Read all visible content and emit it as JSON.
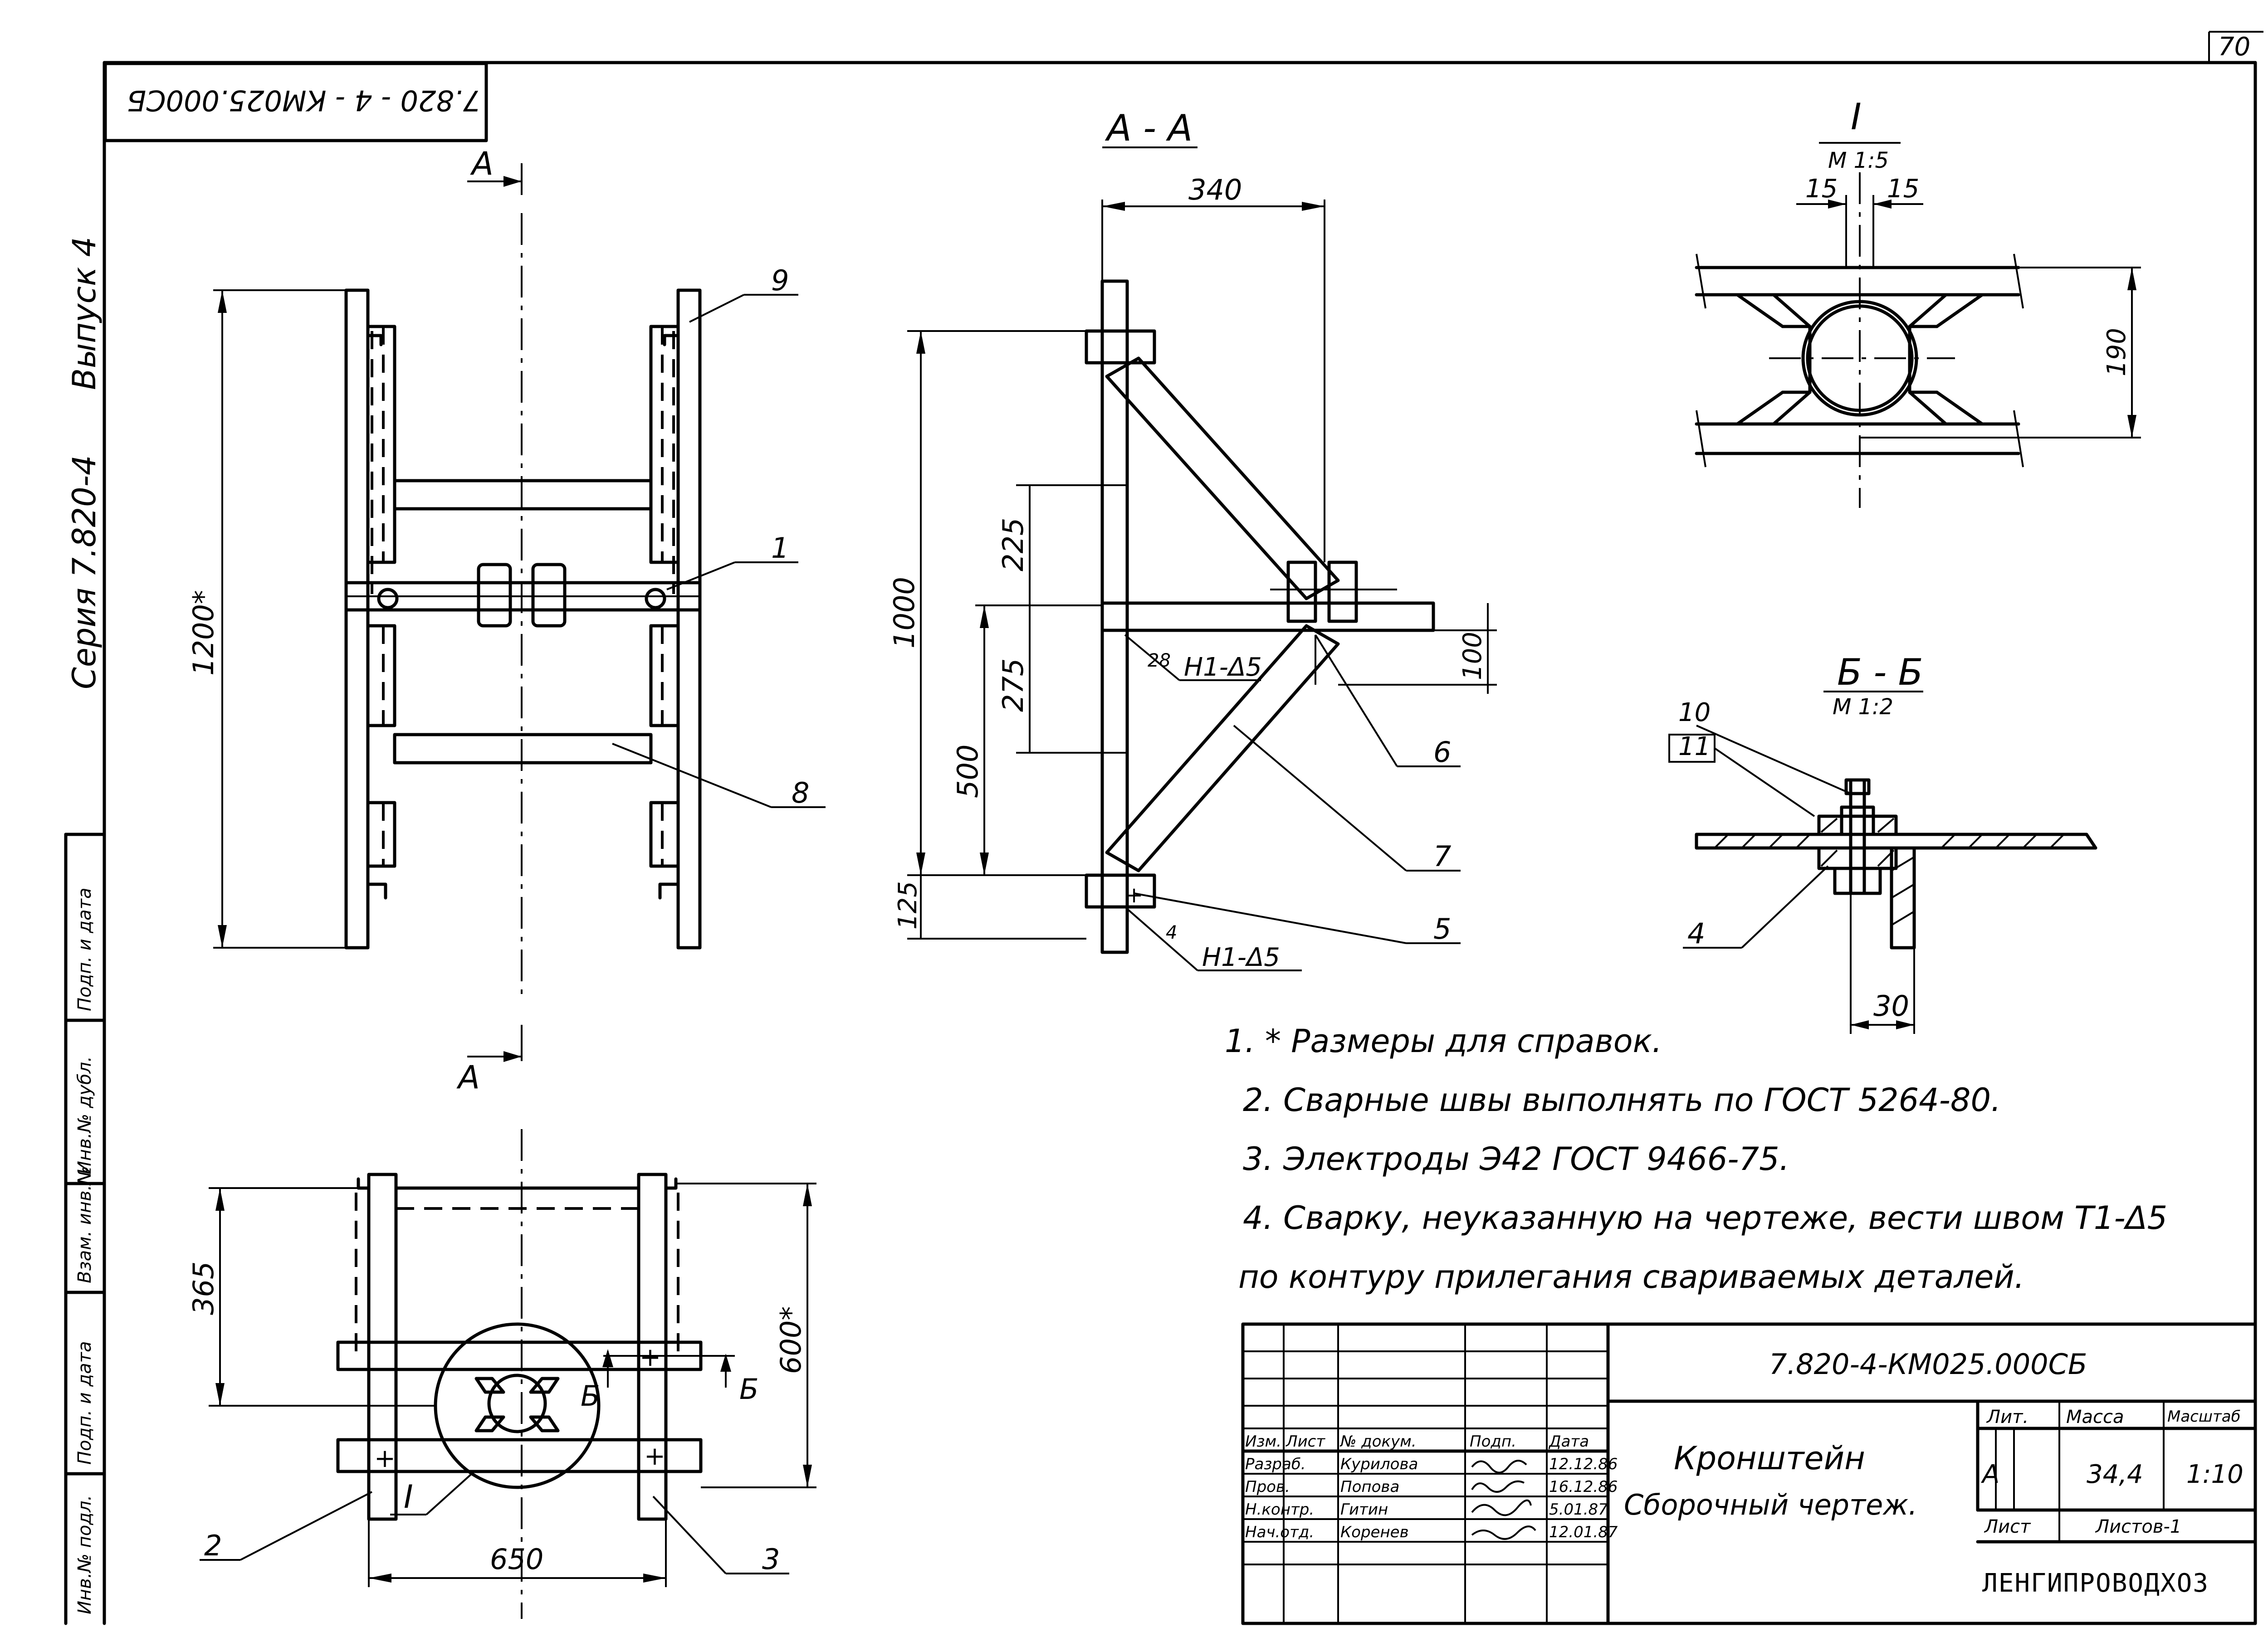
{
  "sheet": {
    "number": "70",
    "rotated_code": "7.820 - 4 - КМ025.000СБ",
    "side_series": "Серия 7.820-4",
    "side_issue": "Выпуск 4",
    "side_columns": [
      "Инв.№ подл.",
      "Подп. и дата",
      "Взам. инв.№",
      "Инв.№ дубл.",
      "Подп. и дата"
    ]
  },
  "views": {
    "top": {
      "section_mark": "А",
      "height_dim": "1200*",
      "callouts": [
        "9",
        "1",
        "8"
      ]
    },
    "bottom": {
      "section_mark": "А",
      "dim_365": "365",
      "dim_600": "600*",
      "dim_650": "650",
      "callouts": [
        "2",
        "3"
      ],
      "detail_ref": "I",
      "cut_mark": "Б"
    },
    "section_aa": {
      "title": "А - А",
      "dim_340": "340",
      "dim_1000": "1000",
      "dim_225": "225",
      "dim_275": "275",
      "dim_500": "500",
      "dim_125": "125",
      "dim_100": "100",
      "weld_upper_num": "28",
      "weld_upper": "Н1-Δ5",
      "weld_lower_num": "4",
      "weld_lower": "Н1-Δ5",
      "callouts": [
        "6",
        "7",
        "5"
      ]
    },
    "detail_i": {
      "title": "I",
      "scale": "М 1:5",
      "dim_15a": "15",
      "dim_15b": "15",
      "dim_190": "190"
    },
    "section_bb": {
      "title": "Б - Б",
      "scale": "М 1:2",
      "callout_10": "10",
      "callout_11": "11",
      "callout_4": "4",
      "dim_30": "30"
    }
  },
  "notes": [
    "1. * Размеры для справок.",
    "2.  Сварные швы выполнять по ГОСТ 5264-80.",
    "3.  Электроды Э42  ГОСТ 9466-75.",
    "4.  Сварку,  неуказанную на чертеже, вести швом Т1-Δ5",
    "по контуру прилегания свариваемых деталей."
  ],
  "title_block": {
    "code": "7.820-4-КМ025.000СБ",
    "headers": [
      "Изм.",
      "Лист",
      "№ докум.",
      "Подп.",
      "Дата"
    ],
    "rows": [
      {
        "role": "Разраб.",
        "name": "Курилова",
        "date": "12.12.86"
      },
      {
        "role": "Пров.",
        "name": "Попова",
        "date": "16.12.86"
      },
      {
        "role": "Н.контр.",
        "name": "Гитин",
        "date": "5.01.87"
      },
      {
        "role": "Нач.отд.",
        "name": "Коренев",
        "date": "12.01.87"
      }
    ],
    "name_line1": "Кронштейн",
    "name_line2": "Сборочный чертеж.",
    "lit_label": "Лит.",
    "mass_label": "Масса",
    "scale_label": "Масштаб",
    "lit": "А",
    "mass": "34,4",
    "scale": "1:10",
    "sheet_label": "Лист",
    "sheets_label": "Листов-1",
    "org": "ЛЕНГИПРОВОДХОЗ"
  }
}
